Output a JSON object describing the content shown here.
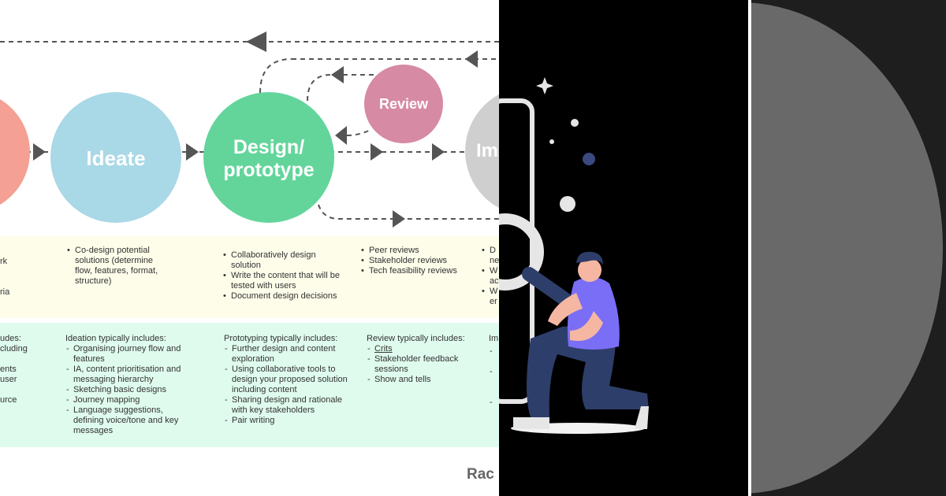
{
  "left_diagram": {
    "stages": [
      {
        "label": "Ideate",
        "color": "#a9d8e6"
      },
      {
        "label": "Design/ prototype",
        "color": "#63d59b"
      },
      {
        "label": "Review",
        "color": "#d68aa3"
      },
      {
        "label": "Im",
        "color": "#cfcfcf"
      }
    ],
    "activities": {
      "left_fragments": [
        "rk",
        "ria"
      ],
      "ideate": [
        "Co-design potential solutions (determine flow, features, format, structure)"
      ],
      "design": [
        "Collaboratively design solution",
        "Write the content that will be tested with users",
        "Document design decisions"
      ],
      "review": [
        "Peer reviews",
        "Stakeholder reviews",
        "Tech feasibility reviews"
      ],
      "im": [
        "D ne",
        "W ac",
        "W er"
      ]
    },
    "includes": {
      "left_fragments": [
        "udes:",
        "cluding",
        "",
        "ents",
        "user",
        "",
        "urce"
      ],
      "ideate": {
        "heading": "Ideation typically includes:",
        "items": [
          "Organising journey flow and features",
          "IA, content prioritisation and messaging hierarchy",
          "Sketching basic designs",
          "Journey mapping",
          "Language suggestions, defining voice/tone and key messages"
        ]
      },
      "design": {
        "heading": "Prototyping typically includes:",
        "items": [
          "Further design and content exploration",
          "Using collaborative tools to design your proposed solution including content",
          "Sharing design and rationale with key stakeholders",
          "Pair writing"
        ]
      },
      "review": {
        "heading": "Review typically includes:",
        "items": [
          "Crits",
          "Stakeholder feedback sessions",
          "Show and tells"
        ]
      },
      "im": {
        "heading": "Im"
      }
    },
    "colors": {
      "activities_band": "#fdfdea",
      "includes_band": "#dffbee",
      "arrow": "#555555",
      "left_circle": "#f4a094"
    },
    "footer": "Rac"
  },
  "illustration": {
    "background": "#000000",
    "shirt_color": "#7b6ef6",
    "pants_color": "#2e3e6a"
  }
}
